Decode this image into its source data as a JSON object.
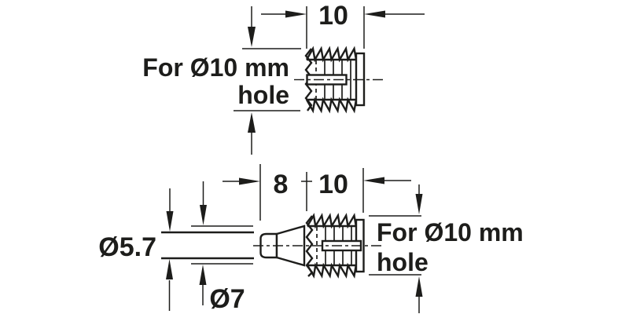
{
  "page": {
    "background": "#ffffff",
    "line_color": "#1d1d1b"
  },
  "top_view": {
    "thread_length": "10",
    "hole_note_line1": "For Ø10 mm",
    "hole_note_line2": "hole"
  },
  "bottom_view": {
    "cone_length": "8",
    "thread_length": "10",
    "shaft_diameter": "Ø5.7",
    "cone_diameter": "Ø7",
    "hole_note_line1": "For Ø10 mm",
    "hole_note_line2": "hole"
  }
}
